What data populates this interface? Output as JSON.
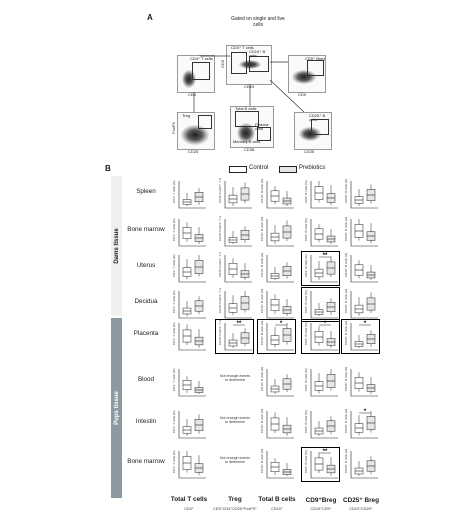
{
  "panel_a": {
    "label": "A",
    "gating_title": "Gated on single and live cells",
    "cd4_gate": "CD4⁺ T cells",
    "cd19_gate": "CD19⁺ B cells",
    "cd9_gate": "CD9⁺ Breg",
    "treg_gate": "Treg",
    "total_b_gate": "Total B cells",
    "plasma_gate": "Plasma cells",
    "memory_gate": "Memory B cells",
    "cd25_gate": "CD25⁺ B cells",
    "axes": {
      "cd4": "CD4",
      "cd19": "CD19",
      "cd9": "CD9",
      "cd25": "CD25",
      "cd38": "CD38",
      "ssca": "SSC-A",
      "foxp3": "FoxP3"
    }
  },
  "panel_b": {
    "label": "B",
    "legend": {
      "control": "Control",
      "prebiotics": "Prebiotics"
    },
    "groups": {
      "dams": "Dams tissue",
      "pups": "Pups tissue"
    },
    "rows": [
      "Spleen",
      "Bone marrow",
      "Uterus",
      "Decidua",
      "Placenta",
      "Blood",
      "Intestin",
      "Bone marrow"
    ],
    "not_enough": "Not enough events to determine",
    "columns": [
      {
        "title": "Total T cells",
        "sub": "CD3⁺"
      },
      {
        "title": "Treg",
        "sub": "CD3⁺CD4⁺CD25⁺FoxP3⁺"
      },
      {
        "title": "Total B cells",
        "sub": "CD19⁺"
      },
      {
        "title": "CD9⁺Breg",
        "sub": "CD19⁺CD9⁺"
      },
      {
        "title": "CD25⁺ Breg",
        "sub": "CD19⁺CD25⁺"
      }
    ],
    "ylabels": [
      "CD3⁺ T cells (%)",
      "CD25⁺FoxP3⁺ T cells (%)",
      "CD19⁺ B cells (%)",
      "CD9⁺ B cells (%)",
      "CD25⁺ B cells (%)"
    ],
    "sig": {
      "one": "*",
      "two": "**"
    },
    "colors": {
      "control": "#ffffff",
      "prebiotics": "#e6e6e6",
      "line": "#222222"
    }
  }
}
